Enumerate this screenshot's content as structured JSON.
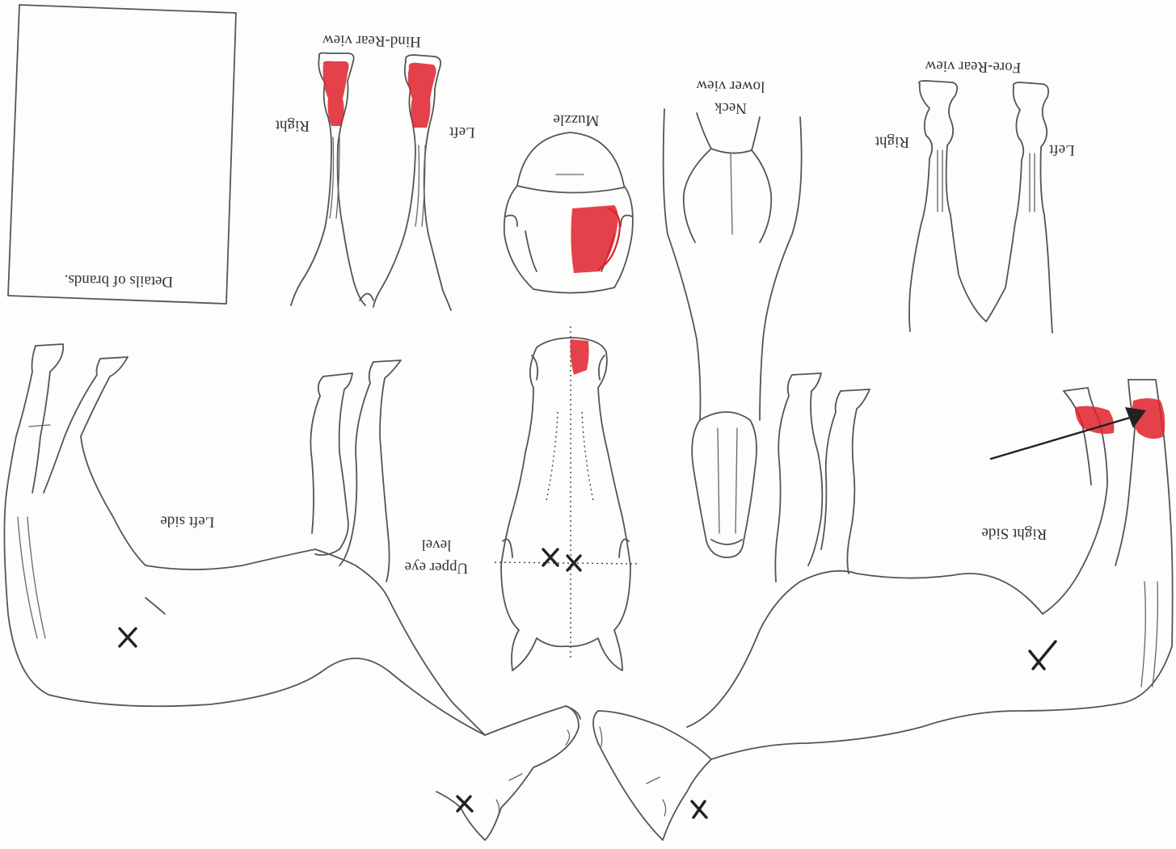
{
  "labels": {
    "brands": "Details of brands.",
    "hind_rear": "Hind-Rear view",
    "hind_right": "Right",
    "hind_left": "Left",
    "muzzle": "Muzzle",
    "neck_line1": "Neck",
    "neck_line2": "lower view",
    "fore_rear": "Fore-Rear view",
    "fore_right": "Right",
    "fore_left": "Left",
    "left_side": "Left side",
    "eye_line1": "Upper eye",
    "eye_line2": "level",
    "right_side": "Right Side"
  },
  "colors": {
    "ink": "#555555",
    "marking": "#e0202a",
    "cross": "#222222"
  }
}
